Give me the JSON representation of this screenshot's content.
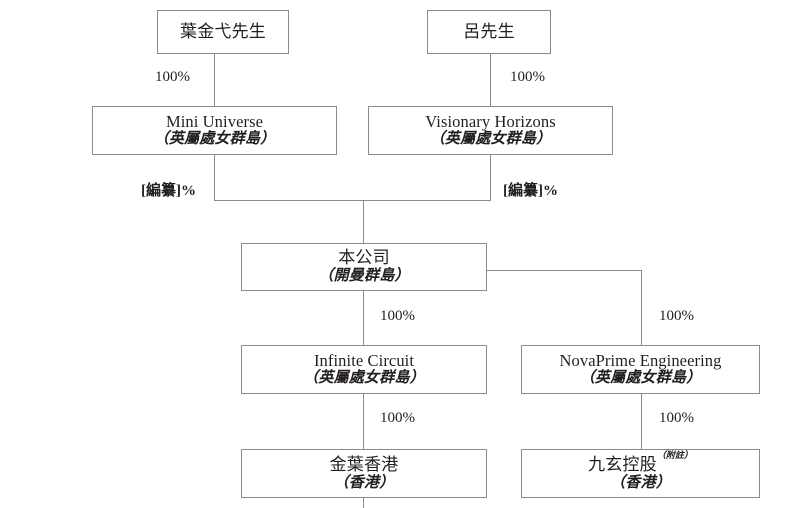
{
  "diagram": {
    "type": "organization-ownership-chart",
    "nodes": [
      {
        "id": "ye",
        "name": "葉金弋先生",
        "place": "",
        "note": ""
      },
      {
        "id": "lui",
        "name": "呂先生",
        "place": "",
        "note": ""
      },
      {
        "id": "mini",
        "name": "Mini Universe",
        "place": "（英屬處女群島）",
        "note": ""
      },
      {
        "id": "visionary",
        "name": "Visionary Horizons",
        "place": "（英屬處女群島）",
        "note": ""
      },
      {
        "id": "company",
        "name": "本公司",
        "place": "（開曼群島）",
        "note": ""
      },
      {
        "id": "infinite",
        "name": "Infinite Circuit",
        "place": "（英屬處女群島）",
        "note": ""
      },
      {
        "id": "novaprime",
        "name": "NovaPrime Engineering",
        "place": "（英屬處女群島）",
        "note": ""
      },
      {
        "id": "jinye",
        "name": "金葉香港",
        "place": "（香港）",
        "note": ""
      },
      {
        "id": "jiuxuan",
        "name": "九玄控股",
        "place": "（香港）",
        "note": "（附註）"
      }
    ],
    "edges": [
      {
        "from": "ye",
        "to": "mini",
        "label": "100%",
        "emphasis": false
      },
      {
        "from": "lui",
        "to": "visionary",
        "label": "100%",
        "emphasis": false
      },
      {
        "from": "mini",
        "to": "company",
        "label": "[編纂]%",
        "emphasis": true
      },
      {
        "from": "visionary",
        "to": "company",
        "label": "[編纂]%",
        "emphasis": true
      },
      {
        "from": "company",
        "to": "infinite",
        "label": "100%",
        "emphasis": false
      },
      {
        "from": "company",
        "to": "novaprime",
        "label": "100%",
        "emphasis": false
      },
      {
        "from": "infinite",
        "to": "jinye",
        "label": "100%",
        "emphasis": false
      },
      {
        "from": "novaprime",
        "to": "jiuxuan",
        "label": "100%",
        "emphasis": false
      }
    ],
    "colors": {
      "border": "#8a8a8a",
      "connector": "#8a8a8a",
      "text": "#231f20",
      "background": "#ffffff"
    }
  }
}
